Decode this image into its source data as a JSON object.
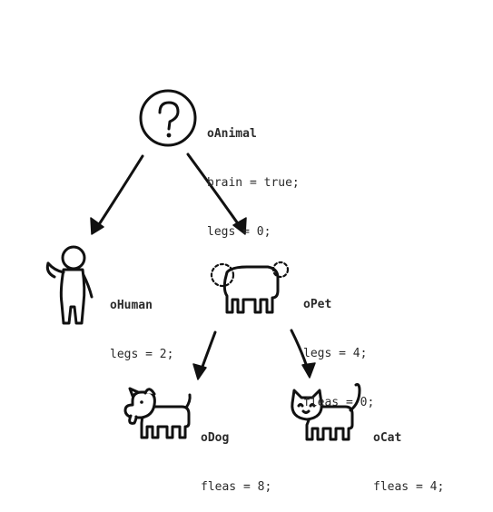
{
  "nodes": {
    "animal": {
      "name": "oAnimal",
      "props": [
        "brain = true;",
        "legs = 0;"
      ],
      "icon": "question-mark-head-icon"
    },
    "human": {
      "name": "oHuman",
      "props": [
        "legs = 2;"
      ],
      "icon": "human-figure-icon"
    },
    "pet": {
      "name": "oPet",
      "props": [
        "legs = 4;",
        "fleas = 0;"
      ],
      "icon": "generic-pet-icon"
    },
    "dog": {
      "name": "oDog",
      "props": [
        "fleas = 8;"
      ],
      "icon": "dog-icon"
    },
    "cat": {
      "name": "oCat",
      "props": [
        "fleas = 4;"
      ],
      "icon": "cat-icon"
    }
  },
  "edges": [
    {
      "from": "animal",
      "to": "human"
    },
    {
      "from": "animal",
      "to": "pet"
    },
    {
      "from": "pet",
      "to": "dog"
    },
    {
      "from": "pet",
      "to": "cat"
    }
  ],
  "colors": {
    "ink": "#111111",
    "text": "#2b2b2b",
    "background": "#ffffff"
  }
}
